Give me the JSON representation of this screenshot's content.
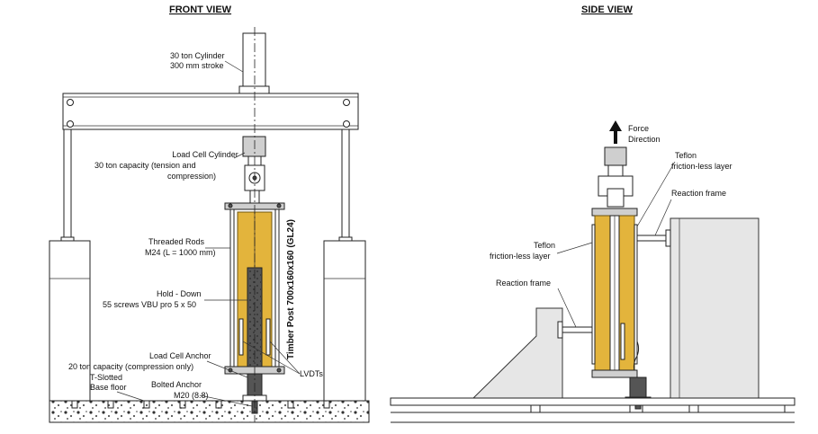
{
  "titles": {
    "front": "FRONT VIEW",
    "side": "SIDE VIEW"
  },
  "front": {
    "cylinder": [
      "30 ton Cylinder",
      "300 mm stroke"
    ],
    "load_cell_cylinder": [
      "Load Cell Cylinder",
      "30 ton capacity (tension and",
      "compression)"
    ],
    "threaded_rods": [
      "Threaded Rods",
      "M24 (L = 1000 mm)"
    ],
    "hold_down": [
      "Hold - Down",
      "55 screws VBU pro 5 x 50"
    ],
    "load_cell_anchor": [
      "Load Cell Anchor",
      "20 ton capacity (compression only)"
    ],
    "t_slotted": [
      "T-Slotted",
      "Base floor"
    ],
    "bolted_anchor": [
      "Bolted Anchor",
      "M20 (8.8)"
    ],
    "timber_post": "Timber Post 700x160x160 (GL24)",
    "lvdts": "LVDTs"
  },
  "side": {
    "force": [
      "Force",
      "Direction"
    ],
    "teflon_top": [
      "Teflon",
      "friction-less layer"
    ],
    "reaction_frame_top": "Reaction frame",
    "teflon_left": [
      "Teflon",
      "friction-less layer"
    ],
    "reaction_frame_left": "Reaction frame"
  },
  "colors": {
    "timber": "#e3b43c",
    "support_block": "#e6e6e6",
    "line": "#222222"
  }
}
